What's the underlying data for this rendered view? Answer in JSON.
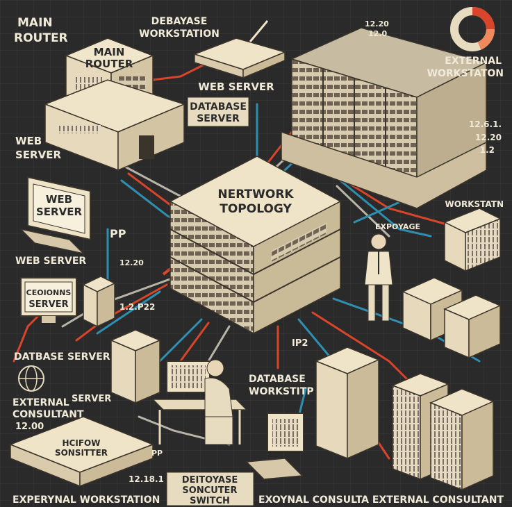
{
  "diagram": {
    "center_title_line1": "NERTWORK",
    "center_title_line2": "TOPOLOGY",
    "labels": {
      "main_router_top_left_1": "MAIN",
      "main_router_top_left_2": "ROUTER",
      "main_router_box_1": "MAIN",
      "main_router_box_2": "ROUTER",
      "debayase_workstation_1": "DEBAYASE",
      "debayase_workstation_2": "WORKSTATION",
      "web_server_top": "WEB SERVER",
      "database_server_tag_1": "DATABASE",
      "database_server_tag_2": "SERVER",
      "web_server_left_1": "WEB",
      "web_server_left_2": "SERVER",
      "web_server_monitor_1": "WEB",
      "web_server_monitor_2": "SERVER",
      "web_server_mid": "WEB SERVER",
      "pp_mid": "PP",
      "ip_fragment": "12.20",
      "server_box_1": "CEOIONNS",
      "server_box_2": "SERVER",
      "ip_12p22": "1.2.P22",
      "database_server_left": "DATBASE SERVER",
      "server_left": "SERVER",
      "external_consultant_left_1": "EXTERNAL",
      "external_consultant_left_2": "CONSULTANT",
      "external_consultant_left_3": "12.00",
      "ip_mid": "IP2",
      "database_workstation_1": "DATABASE",
      "database_workstation_2": "WORKSTITP",
      "external_workstation_right_1": "EXTERNAL",
      "external_workstation_right_2": "WORKSTATON",
      "ip_right_1": "12.6.1.",
      "ip_right_2": "12.20",
      "ip_right_3": "1.2",
      "workstation_right": "WORKSTATN",
      "exroyage_right": "EXPOYAGE",
      "switch_box_1": "HCIFOW",
      "switch_box_2": "SONSITTER",
      "pp_bottom": "PP",
      "ip_bottom": "12.18.1",
      "bottom_left": "EXPERYNAL WORKSTATION",
      "bottom_mid_1": "DEITOYASE",
      "bottom_mid_2": "SONCUTER",
      "bottom_mid_3": "SWITCH",
      "bottom_mid_right": "EXOYNAL CONSULTA",
      "bottom_right": "EXTERNAL CONSULTANT",
      "top_ip_1": "12.20",
      "top_ip_2": "12.0"
    }
  },
  "colors": {
    "background": "#2a2a2a",
    "cream": "#e8dcc0",
    "cable_red": "#d9452b",
    "cable_blue": "#2e8fb1",
    "cable_gray": "#b9b4a8"
  }
}
